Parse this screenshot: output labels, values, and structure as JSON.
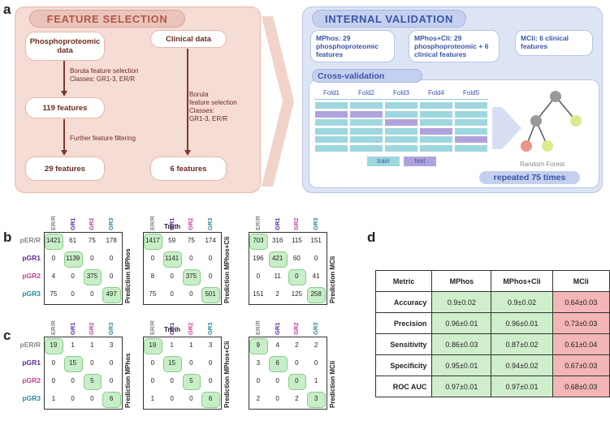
{
  "panels": {
    "a": "a",
    "b": "b",
    "c": "c",
    "d": "d"
  },
  "feature_selection": {
    "title": "FEATURE SELECTION",
    "phospho": "Phosphoproteomic data",
    "clinical": "Clinical data",
    "boruta1": "Boruta feature selection\nClasses: GR1-3, ER/R",
    "f119": "119 features",
    "filter": "Further feature filtering",
    "f29": "29 features",
    "boruta2": "Boruta\nfeature selection\nClasses:\nGR1-3, ER/R",
    "f6": "6 features"
  },
  "internal_validation": {
    "title": "INTERNAL VALIDATION",
    "mphos": "MPhos: 29 phosphoproteomic features",
    "mphoscli": "MPhos+Cli: 29 phosphoproteomic + 6 clinical features",
    "mcli": "MCli: 6 clinical features",
    "cv_title": "Cross-validation",
    "folds": [
      "Fold1",
      "Fold2",
      "Fold3",
      "Fold4",
      "Fold5"
    ],
    "train": "train",
    "test": "test",
    "rf": "Random Forest",
    "repeated": "repeated 75 times"
  },
  "colors": {
    "er": "#888888",
    "gr1": "#5b2a9c",
    "gr2": "#c23f9a",
    "gr3": "#2a8a9a"
  },
  "matrix_labels": {
    "cols": [
      "ER/R",
      "GR1",
      "GR2",
      "GR3"
    ],
    "rows": [
      "pER/R",
      "pGR1",
      "pGR2",
      "pGR3"
    ],
    "truth": "Truth",
    "pred": [
      "Prediction MPhos",
      "Prediction MPhos+Cli",
      "Prediction MCli"
    ]
  },
  "matrices_b": [
    [
      [
        1421,
        61,
        75,
        178
      ],
      [
        0,
        1139,
        0,
        0
      ],
      [
        4,
        0,
        375,
        0
      ],
      [
        75,
        0,
        0,
        497
      ]
    ],
    [
      [
        1417,
        59,
        75,
        174
      ],
      [
        0,
        1141,
        0,
        0
      ],
      [
        8,
        0,
        375,
        0
      ],
      [
        75,
        0,
        0,
        501
      ]
    ],
    [
      [
        703,
        316,
        115,
        151
      ],
      [
        196,
        421,
        60,
        0
      ],
      [
        0,
        11,
        0,
        41
      ],
      [
        151,
        2,
        125,
        258
      ]
    ]
  ],
  "matrices_c": [
    [
      [
        19,
        1,
        1,
        3
      ],
      [
        0,
        15,
        0,
        0
      ],
      [
        0,
        0,
        5,
        0
      ],
      [
        1,
        0,
        0,
        6
      ]
    ],
    [
      [
        19,
        1,
        1,
        3
      ],
      [
        0,
        15,
        0,
        0
      ],
      [
        0,
        0,
        5,
        0
      ],
      [
        1,
        0,
        0,
        6
      ]
    ],
    [
      [
        9,
        4,
        2,
        2
      ],
      [
        3,
        6,
        0,
        0
      ],
      [
        0,
        0,
        0,
        1
      ],
      [
        2,
        0,
        2,
        3
      ]
    ]
  ],
  "metrics": {
    "headers": [
      "Metric",
      "MPhos",
      "MPhos+Cli",
      "MCli"
    ],
    "rows": [
      [
        "Accuracy",
        "0.9±0.02",
        "0.9±0.02",
        "0.64±0.03"
      ],
      [
        "Precision",
        "0.96±0.01",
        "0.96±0.01",
        "0.73±0.03"
      ],
      [
        "Sensitivity",
        "0.86±0.03",
        "0.87±0.02",
        "0.61±0.04"
      ],
      [
        "Specificity",
        "0.95±0.01",
        "0.94±0.02",
        "0.67±0.03"
      ],
      [
        "ROC AUC",
        "0.97±0.01",
        "0.97±0.01",
        "0.68±0.03"
      ]
    ]
  }
}
